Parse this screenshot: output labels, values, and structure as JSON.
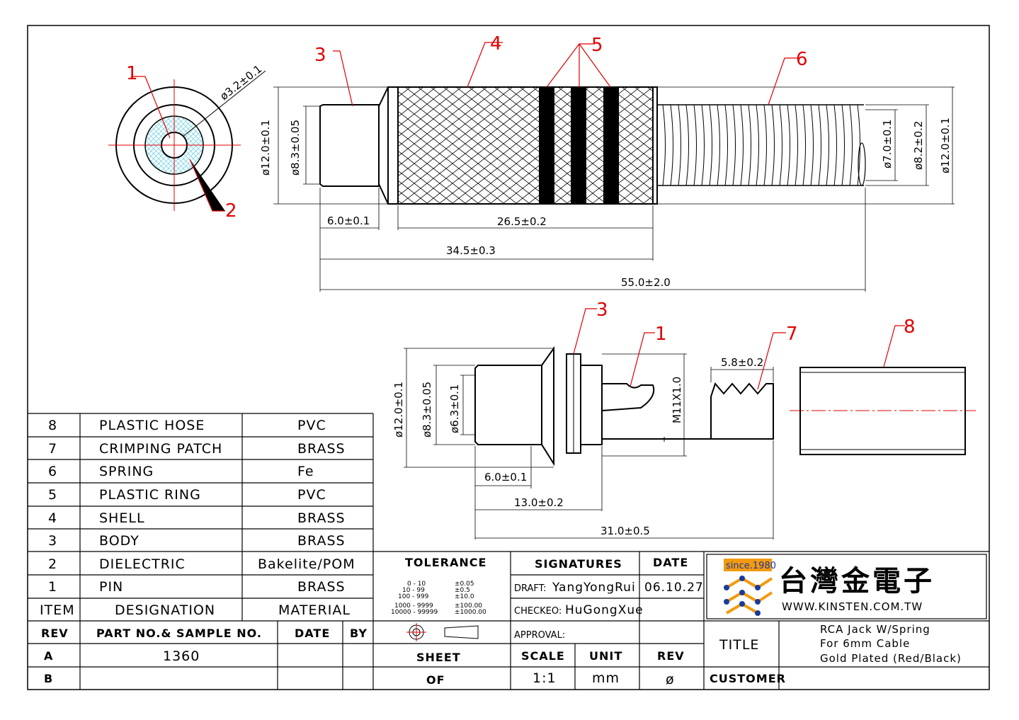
{
  "callouts": [
    "1",
    "2",
    "3",
    "4",
    "5",
    "6",
    "3",
    "1",
    "7",
    "8"
  ],
  "dimensions": {
    "d_pin": "ø3.2±0.1",
    "d12_top": "ø12.0±0.1",
    "d83_top": "ø8.3±0.05",
    "d7": "ø7.0±0.1",
    "d82": "ø8.2±0.2",
    "d12_right": "ø12.0±0.1",
    "l6": "6.0±0.1",
    "l265": "26.5±0.2",
    "l345": "34.5±0.3",
    "l55": "55.0±2.0",
    "d12_bot": "ø12.0±0.1",
    "d83_bot": "ø8.3±0.05",
    "d63": "ø6.3±0.1",
    "thread": "M11X1.0",
    "l58": "5.8±0.2",
    "l6_bot": "6.0±0.1",
    "l13": "13.0±0.2",
    "l31": "31.0±0.5"
  },
  "bom": [
    {
      "item": "8",
      "designation": "PLASTIC  HOSE",
      "material": "PVC"
    },
    {
      "item": "7",
      "designation": "CRIMPING  PATCH",
      "material": "BRASS"
    },
    {
      "item": "6",
      "designation": "SPRING",
      "material": "Fe"
    },
    {
      "item": "5",
      "designation": "PLASTIC  RING",
      "material": "PVC"
    },
    {
      "item": "4",
      "designation": "SHELL",
      "material": "BRASS"
    },
    {
      "item": "3",
      "designation": "BODY",
      "material": "BRASS"
    },
    {
      "item": "2",
      "designation": "DIELECTRIC",
      "material": "Bakelite/POM"
    },
    {
      "item": "1",
      "designation": "PIN",
      "material": "BRASS"
    }
  ],
  "bom_header": {
    "item": "ITEM",
    "designation": "DESIGNATION",
    "material": "MATERIAL"
  },
  "rev_header": {
    "rev": "REV",
    "part": "PART NO.& SAMPLE NO.",
    "date": "DATE",
    "by": "BY"
  },
  "rev_rows": [
    {
      "rev": "A",
      "part": "1360"
    },
    {
      "rev": "B",
      "part": ""
    }
  ],
  "tolerance": {
    "title": "TOLERANCE",
    "rows": [
      [
        "0 - 10",
        "±0.05"
      ],
      [
        "10 - 99",
        "±0.5"
      ],
      [
        "100 - 999",
        "±10.0"
      ],
      [
        "1000 - 9999",
        "±100.00"
      ],
      [
        "10000 - 99999",
        "±1000.00"
      ]
    ]
  },
  "signatures": {
    "title": "SIGNATURES",
    "date_title": "DATE",
    "draft_label": "DRAFT:",
    "draft_name": "YangYongRui",
    "draft_date": "06.10.27",
    "checked_label": "CHECKEO:",
    "checked_name": "HuGongXue",
    "approval_label": "APPROVAL:"
  },
  "sheet": {
    "sheet": "SHEET",
    "of": "OF",
    "scale_label": "SCALE",
    "scale": "1:1",
    "unit_label": "UNIT",
    "unit": "mm",
    "rev_label": "REV",
    "rev": "ø"
  },
  "title_block": {
    "title_label": "TITLE",
    "title_lines": [
      "RCA Jack W/Spring",
      "For 6mm Cable",
      "Gold Plated (Red/Black)"
    ],
    "customer_label": "CUSTOMER"
  },
  "logo": {
    "since": "since.1980",
    "company": "台灣金電子",
    "url": "WWW.KINSTEN.COM.TW"
  },
  "colors": {
    "callout": "#e00000",
    "hatch": "#7ed6e8",
    "logo_orange": "#f39a10",
    "logo_blue": "#1a3a9c"
  }
}
